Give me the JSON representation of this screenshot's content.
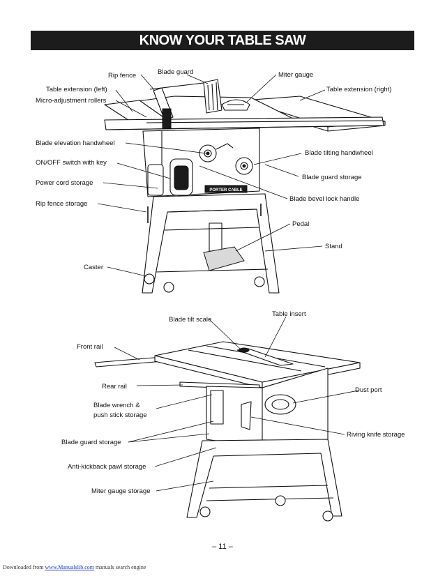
{
  "title": "KNOW YOUR TABLE SAW",
  "top_labels": {
    "rip_fence": "Rip fence",
    "blade_guard": "Blade guard",
    "miter_gauge": "Miter gauge",
    "table_ext_left": "Table extension (left)",
    "table_ext_right": "Table extension (right)",
    "micro_adjust": "Micro-adjustment rollers",
    "blade_elevation": "Blade elevation handwheel",
    "blade_tilting": "Blade tilting handwheel",
    "onoff": "ON/OFF switch with key",
    "guard_storage": "Blade guard storage",
    "power_cord": "Power cord storage",
    "bevel_lock": "Blade bevel lock handle",
    "rip_storage": "Rip fence storage",
    "pedal": "Pedal",
    "stand": "Stand",
    "caster": "Caster",
    "brand": "PORTER CABLE"
  },
  "bottom_labels": {
    "tilt_scale": "Blade tilt scale",
    "table_insert": "Table insert",
    "front_rail": "Front rail",
    "rear_rail": "Rear rail",
    "dust_port": "Dust port",
    "wrench_line1": "Blade wrench &",
    "wrench_line2": "push stick storage",
    "riving_storage": "Riving knife storage",
    "guard_storage": "Blade guard storage",
    "antikick": "Anti-kickback pawl storage",
    "miter_storage": "Miter gauge storage"
  },
  "page_number": "– 11 –",
  "footer": {
    "prefix": "Downloaded from ",
    "link": "www.Manualslib.com",
    "suffix": " manuals search engine"
  }
}
